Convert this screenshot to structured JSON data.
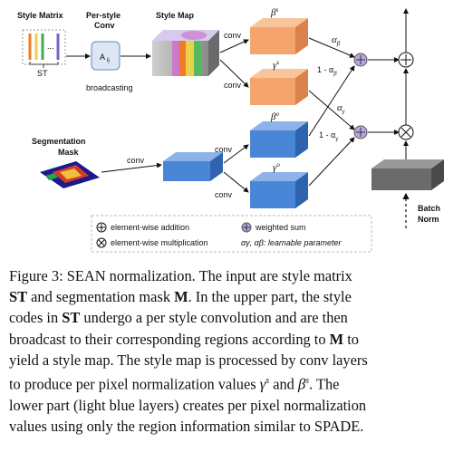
{
  "diagram": {
    "style_matrix_label": "Style Matrix",
    "per_style_conv_line1": "Per-style",
    "per_style_conv_line2": "Conv",
    "style_map_label": "Style Map",
    "st_label": "ST",
    "aij_label": "A",
    "aij_sub": "ij",
    "broadcasting_label": "broadcasting",
    "segmentation_mask_line1": "Segmentation",
    "segmentation_mask_line2": "Mask",
    "conv_label": "conv",
    "beta_s": "β",
    "beta_s_sup": "s",
    "gamma_s": "γ",
    "gamma_s_sup": "s",
    "beta_o": "β",
    "beta_o_sup": "o",
    "gamma_o": "γ",
    "gamma_o_sup": "o",
    "alpha_beta": "α",
    "alpha_beta_sub": "β",
    "one_minus_alpha_beta": "1 - α",
    "alpha_gamma": "α",
    "alpha_gamma_sub": "γ",
    "one_minus_alpha_gamma": "1 - α",
    "batch_norm_line1": "Batch",
    "batch_norm_line2": "Norm",
    "legend": {
      "add": "element-wise addition",
      "mul": "element-wise multiplication",
      "wsum": "weighted sum",
      "params": "αγ, αβ: learnable parameter"
    },
    "colors": {
      "orange": "#f5a46d",
      "blue": "#4a86d8",
      "gray": "#6b6b6b",
      "purple_circle": "#b7a7e0"
    }
  },
  "caption": {
    "p1": "Figure 3: SEAN normalization. The input are style matrix",
    "p2a": "ST",
    "p2b": " and segmentation mask ",
    "p2c": "M",
    "p2d": ". In the upper part, the style",
    "p3a": "codes in ",
    "p3b": "ST",
    "p3c": " undergo a per style convolution and are then",
    "p4a": "broadcast to their corresponding regions according to ",
    "p4b": "M",
    "p4c": " to",
    "p5": "yield a style map. The style map is processed by conv layers",
    "p6a": "to produce per pixel normalization values ",
    "p6b": "γ",
    "p6c": "s",
    "p6d": " and ",
    "p6e": "β",
    "p6f": "s",
    "p6g": ". The",
    "p7": "lower part (light blue layers) creates per pixel normalization",
    "p8": "values using only the region information similar to SPADE."
  }
}
